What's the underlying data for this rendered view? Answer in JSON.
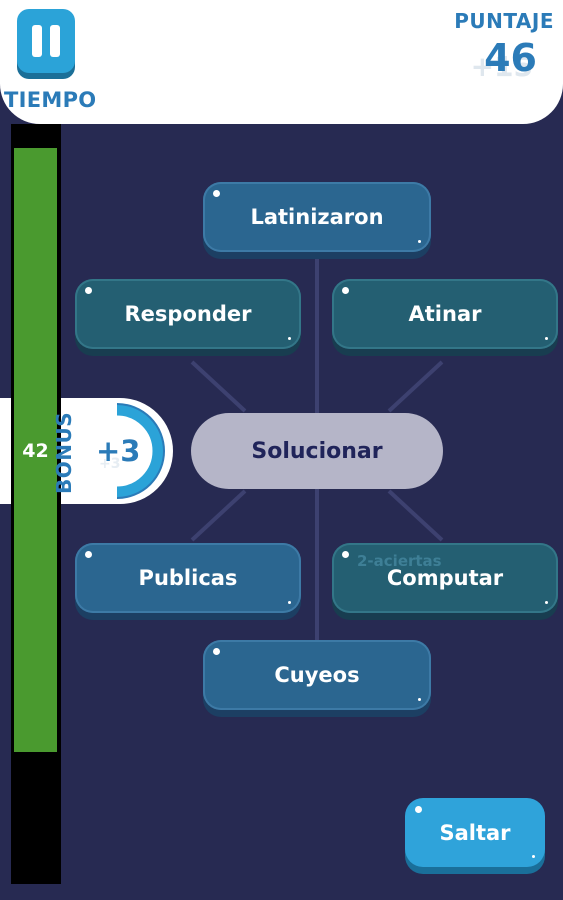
{
  "header": {
    "time_label": "TIEMPO",
    "score_label": "PUNTAJE",
    "score_value": "46",
    "score_gain_ghost": "+15"
  },
  "timer": {
    "value": "42",
    "remaining_fraction": 0.8
  },
  "bonus": {
    "label": "BONUS",
    "value": "+3",
    "ghost": "+3"
  },
  "puzzle": {
    "center_word": "Solucionar",
    "options": [
      {
        "id": "top",
        "text": "Latinizaron"
      },
      {
        "id": "upper-left",
        "text": "Responder"
      },
      {
        "id": "upper-right",
        "text": "Atinar"
      },
      {
        "id": "lower-left",
        "text": "Publicas"
      },
      {
        "id": "lower-right",
        "text": "Computar"
      },
      {
        "id": "bottom",
        "text": "Cuyeos"
      }
    ],
    "hint_ghost": "2-aciertas"
  },
  "controls": {
    "skip_label": "Saltar"
  },
  "colors": {
    "background": "#272a52",
    "accent": "#2b7bb8",
    "timer_fill": "#4a9a2f",
    "center_pill": "#b5b5c8"
  }
}
